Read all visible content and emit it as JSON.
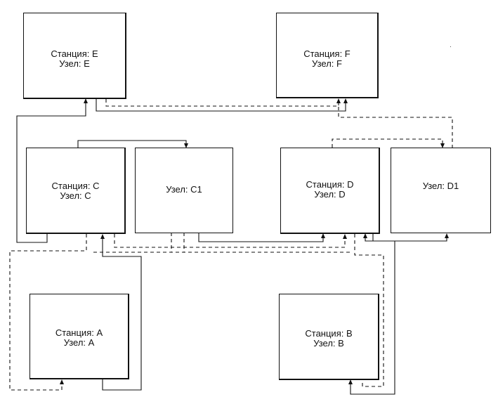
{
  "nodes": {
    "E": {
      "line1": "Станция: E",
      "line2": "Узел: E"
    },
    "F": {
      "line1": "Станция: F",
      "line2": "Узел: F"
    },
    "C": {
      "line1": "Станция: C",
      "line2": "Узел: C"
    },
    "C1": {
      "line1": "Узел: C1"
    },
    "D": {
      "line1": "Станция: D",
      "line2": "Узел: D"
    },
    "D1": {
      "line1": "Узел: D1"
    },
    "A": {
      "line1": "Станция: A",
      "line2": "Узел: A"
    },
    "B": {
      "line1": "Станция: B",
      "line2": "Узел: B"
    }
  },
  "connection_styles": [
    "solid",
    "dashed"
  ]
}
